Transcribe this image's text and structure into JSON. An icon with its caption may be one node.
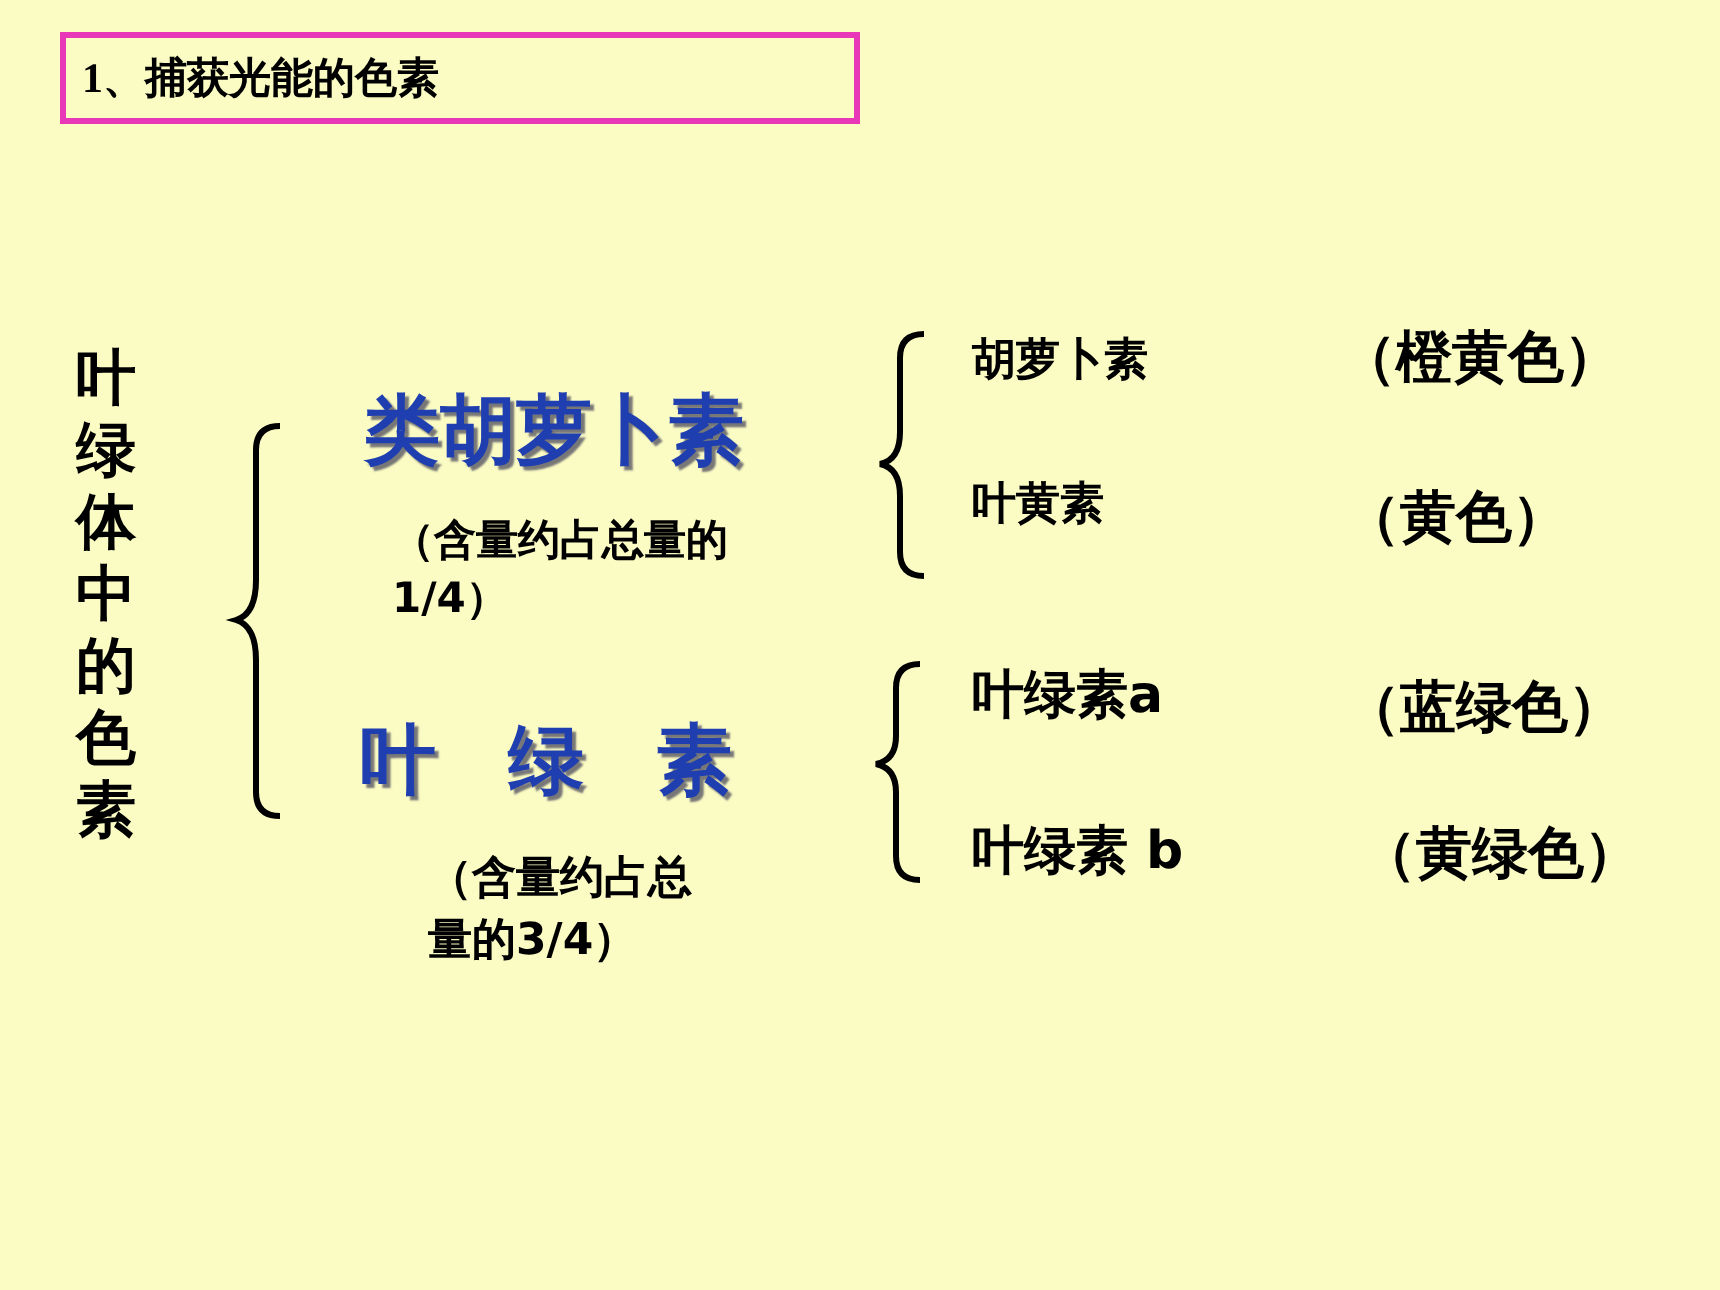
{
  "diagram": {
    "nodes": [
      {
        "text": [
          "1、捕获光能的色素"
        ]
      }
    ],
    "labels": [
      "叶绿体中的色素",
      "类胡萝卜素",
      "（含量约占总量的1/4）",
      "叶绿素",
      "（含量约占总量的3/4）",
      "胡萝卜素",
      "（橙黄色）",
      "叶黄素",
      "（黄色）",
      "叶绿素a",
      "（蓝绿色）",
      "叶绿素 b",
      "（黄绿色）"
    ]
  }
}
